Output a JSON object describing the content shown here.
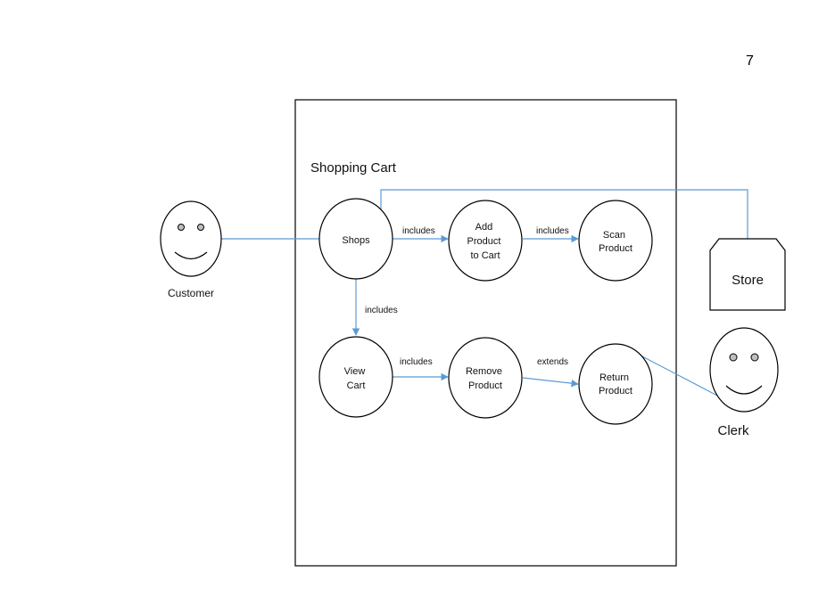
{
  "page_number": "7",
  "system": {
    "title": "Shopping Cart"
  },
  "actors": {
    "customer": "Customer",
    "clerk": "Clerk",
    "store": "Store"
  },
  "use_cases": {
    "shops": [
      "Shops"
    ],
    "add_product": [
      "Add",
      "Product",
      "to Cart"
    ],
    "scan_product": [
      "Scan",
      "Product"
    ],
    "view_cart": [
      "View",
      "Cart"
    ],
    "remove_product": [
      "Remove",
      "Product"
    ],
    "return_product": [
      "Return",
      "Product"
    ]
  },
  "relations": {
    "shops_add": "includes",
    "add_scan": "includes",
    "shops_view": "includes",
    "view_remove": "includes",
    "remove_return": "extends"
  },
  "colors": {
    "connector": "#5b9bd5",
    "outline": "#000000"
  }
}
